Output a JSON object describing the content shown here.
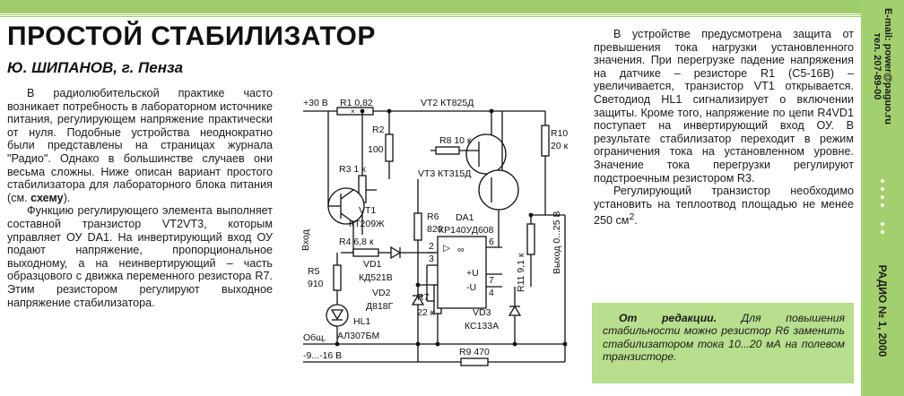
{
  "article": {
    "title": "ПРОСТОЙ СТАБИЛИЗАТОР",
    "author": "Ю. ШИПАНОВ, г. Пенза",
    "col1_p1": "В радиолюбительской практике часто возникает потребность в лабораторном источнике питания, регулирующем напряжение практически от нуля. Подобные устройства неоднократно были представлены на страницах журнала \"Радио\". Однако в большинстве случаев они весьма сложны. Ниже описан вариант простого стабилизатора для лабораторного блока питания (см. ",
    "col1_p1_link": "схему",
    "col1_p1_end": ").",
    "col1_p2": "Функцию регулирующего элемента выполняет составной транзистор VT2VT3, которым управляет ОУ DA1. На инвертирующий вход ОУ подают напряжение, пропорциональное выходному, а на неинвертирующий – часть образцового с движка переменного резистора R7. Этим резистором регулируют выходное напряжение стабилизатора.",
    "col2_p1": "В устройстве предусмотрена защита от превышения тока нагрузки установленного значения. При перегрузке падение напряжения на датчике – резисторе R1 (С5-16В) – увеличивается, транзистор VT1 открывается. Светодиод HL1 сигнализирует о включении защиты. Кроме того, напряжение по цепи R4VD1 поступает на инвертирующий вход ОУ. В результате стабилизатор переходит в режим ограничения тока на установленном уровне. Значение тока перегрузки регулируют подстроечным резистором R3.",
    "col2_p2_a": "Регулирующий транзистор необходимо установить на теплоотвод площадью не менее 250 см",
    "col2_p2_sup": "2",
    "col2_p2_b": ".",
    "editor_label": "От редакции.",
    "editor_text": " Для повышения стабильности можно резистор R6 заменить стабилизатором тока 10...20 мА на полевом транзисторе."
  },
  "sidebar": {
    "email": "E-mail: power@paguo.ru",
    "phone": "тел. 207-89-00",
    "issue": "РАДИО № 1, 2000"
  },
  "schematic": {
    "v_in": "+30 В",
    "v_neg": "-9...-16 В",
    "input": "Вход",
    "common": "Общ.",
    "output": "Выход 0...25 В",
    "r1": "R1 0,82",
    "r2": "R2",
    "r2v": "100",
    "r3": "R3 1 к",
    "r4": "R4 6,8 к",
    "r5": "R5",
    "r5v": "910",
    "r6": "R6",
    "r6v": "820",
    "r7": "R7",
    "r7v": "22 к",
    "r8": "R8 10 к",
    "r9": "R9 470",
    "r10": "R10",
    "r10v": "20 к",
    "r11": "R11 9,1 к",
    "vt1": "VT1",
    "vt1t": "КТ209Ж",
    "vt2": "VT2 КТ825Д",
    "vt3": "VT3 КТ315Д",
    "vd1": "VD1",
    "vd1t": "КД521В",
    "vd2": "VD2",
    "vd2t": "Д818Г",
    "vd3": "VD3",
    "vd3t": "КС133А",
    "hl1": "HL1",
    "hl1t": "АЛ307БМ",
    "da1": "DA1",
    "da1t": "КР140УД608",
    "pin2": "2",
    "pin3": "3",
    "pin6": "6",
    "pin4": "4",
    "pin7": "7",
    "inf": "∞",
    "plusu": "+U",
    "minusu": "-U",
    "tri": "▷",
    "resmark": "×"
  }
}
